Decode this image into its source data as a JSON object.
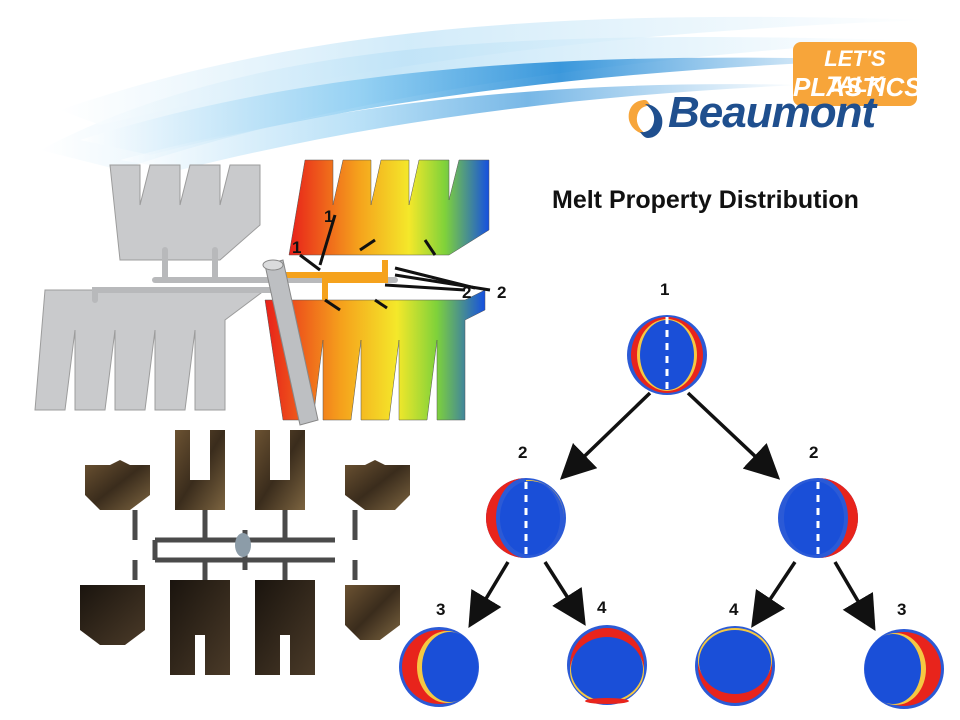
{
  "title": "Melt Property Distribution",
  "logo": {
    "badge_line1": "LET'S TALK",
    "badge_line2": "PLASTICS",
    "brand": "Beaumont"
  },
  "mold_labels": {
    "a": "1",
    "b": "1",
    "c": "2",
    "d": "2"
  },
  "tree_labels": {
    "root": "1",
    "l2_left": "2",
    "l2_right": "2",
    "l3_a": "3",
    "l3_b": "4",
    "l3_c": "4",
    "l3_d": "3"
  },
  "colors": {
    "melt_core": "#1a4fd8",
    "hot_ring": "#e8241c",
    "warm_ring": "#f5c842",
    "brand_blue": "#1f4f8e",
    "badge_orange": "#f7a53a"
  }
}
